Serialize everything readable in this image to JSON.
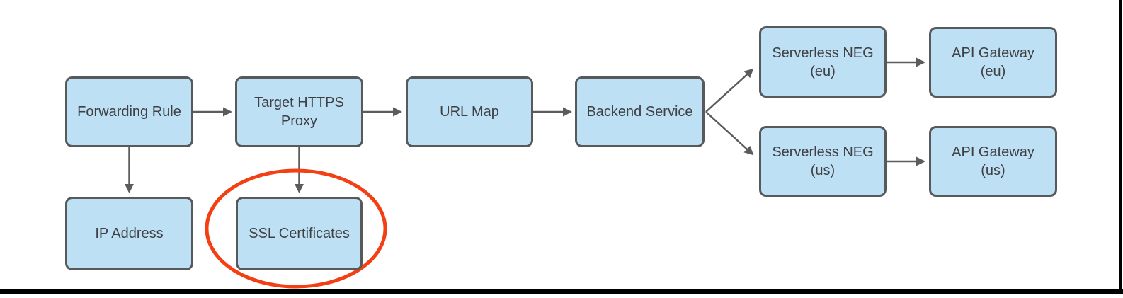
{
  "diagram": {
    "description": "Load balancer architecture flow diagram with SSL Certificates highlighted",
    "nodes": [
      {
        "id": "forwarding-rule",
        "label": "Forwarding Rule"
      },
      {
        "id": "target-https-proxy",
        "label": "Target HTTPS\nProxy"
      },
      {
        "id": "url-map",
        "label": "URL Map"
      },
      {
        "id": "backend-service",
        "label": "Backend Service"
      },
      {
        "id": "serverless-neg-eu",
        "label": "Serverless NEG\n(eu)"
      },
      {
        "id": "api-gateway-eu",
        "label": "API Gateway\n(eu)"
      },
      {
        "id": "serverless-neg-us",
        "label": "Serverless NEG\n(us)"
      },
      {
        "id": "api-gateway-us",
        "label": "API Gateway\n(us)"
      },
      {
        "id": "ip-address",
        "label": "IP Address"
      },
      {
        "id": "ssl-certificates",
        "label": "SSL Certificates"
      }
    ],
    "edges": [
      {
        "from": "Forwarding Rule",
        "to": "Target HTTPS Proxy"
      },
      {
        "from": "Target HTTPS Proxy",
        "to": "URL Map"
      },
      {
        "from": "URL Map",
        "to": "Backend Service"
      },
      {
        "from": "Backend Service",
        "to": "Serverless NEG (eu)"
      },
      {
        "from": "Backend Service",
        "to": "Serverless NEG (us)"
      },
      {
        "from": "Serverless NEG (eu)",
        "to": "API Gateway (eu)"
      },
      {
        "from": "Serverless NEG (us)",
        "to": "API Gateway (us)"
      },
      {
        "from": "Forwarding Rule",
        "to": "IP Address"
      },
      {
        "from": "Target HTTPS Proxy",
        "to": "SSL Certificates"
      }
    ],
    "annotation": {
      "type": "ellipse-highlight",
      "around": "SSL Certificates",
      "color": "#f43e14"
    },
    "colors": {
      "node_fill": "#bee0f5",
      "node_border": "#58595b",
      "arrow": "#5b5c5e",
      "text": "#3f4043",
      "highlight": "#f43e14",
      "frame": "#000000"
    }
  }
}
